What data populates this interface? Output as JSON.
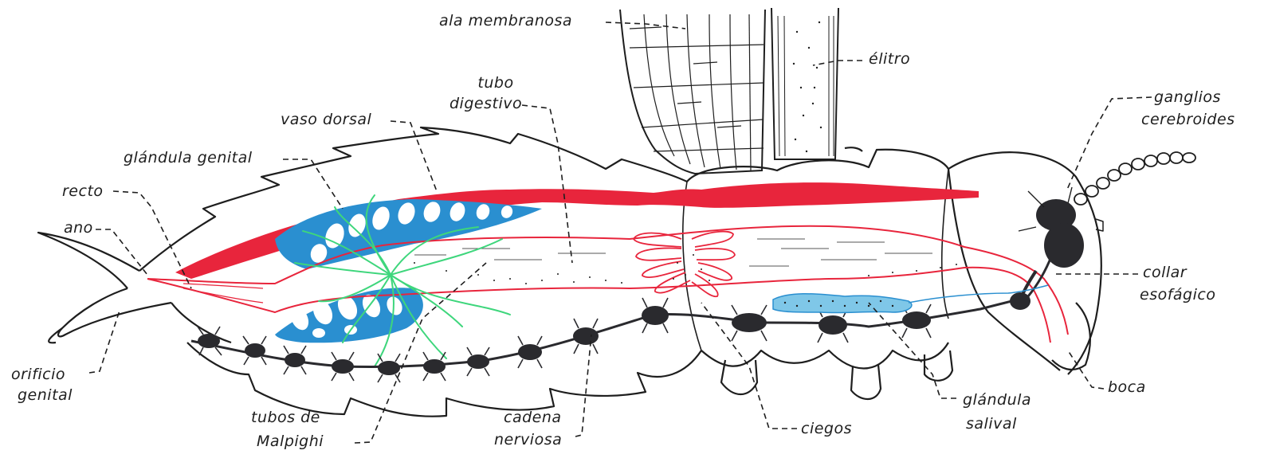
{
  "labels": {
    "ala_membranosa": "ala membranosa",
    "elitro": "élitro",
    "tubo": "tubo",
    "digestivo": "digestivo",
    "vaso_dorsal": "vaso dorsal",
    "glandula_genital": "glándula genital",
    "recto": "recto",
    "ano": "ano",
    "orificio": "orificio",
    "genital": "genital",
    "tubos_de": "tubos de",
    "malpighi": "Malpighi",
    "cadena": "cadena",
    "nerviosa": "nerviosa",
    "ciegos": "ciegos",
    "glandula": "glándula",
    "salival": "salival",
    "boca": "boca",
    "ganglios": "ganglios",
    "cerebroides": "cerebroides",
    "collar": "collar",
    "esofagico": "esofágico"
  },
  "colors": {
    "outline": "#1e1e1e",
    "dorsal_vessel": "#e8253c",
    "gut_outline": "#e8253c",
    "genital_gland": "#2a8fd0",
    "malpighian_tubes": "#3ed67c",
    "nerve_cord": "#2a2a2e",
    "salivary_gland": "#7fc7e8",
    "salivary_duct": "#2a8fd0"
  }
}
